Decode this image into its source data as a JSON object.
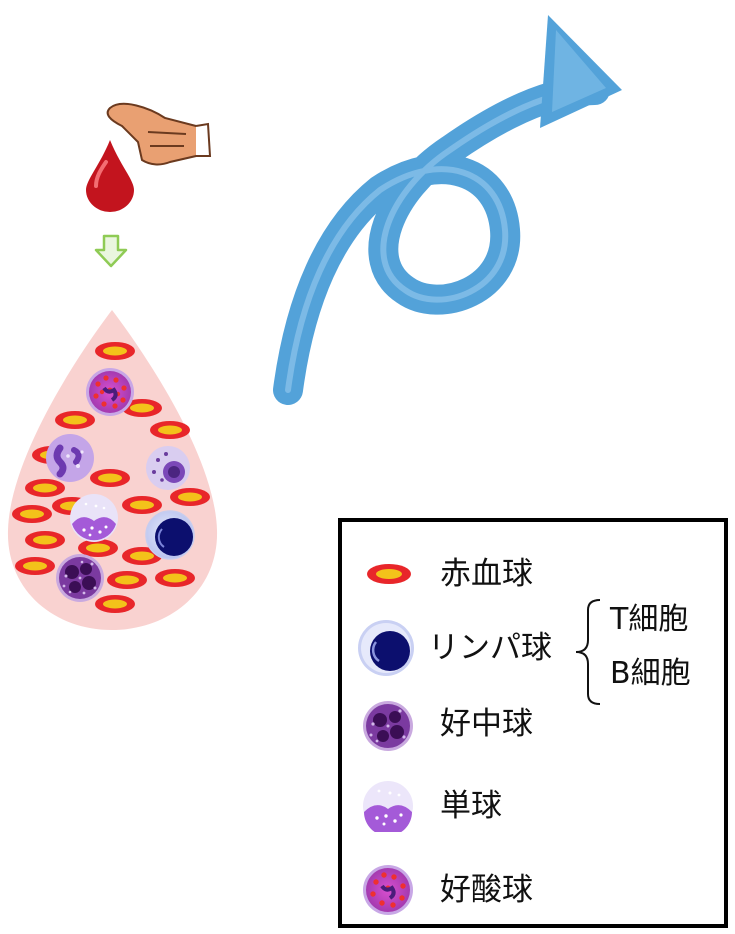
{
  "legend": {
    "items": [
      {
        "key": "rbc",
        "label": "赤血球"
      },
      {
        "key": "lymph",
        "label": "リンパ球"
      },
      {
        "key": "neutro",
        "label": "好中球"
      },
      {
        "key": "mono",
        "label": "単球"
      },
      {
        "key": "eosino",
        "label": "好酸球"
      }
    ],
    "lymph_subtypes": [
      "T細胞",
      "B細胞"
    ]
  },
  "colors": {
    "rbc_red": "#e8262a",
    "rbc_yellow": "#f3c21a",
    "lymph_blue": "#0c0f6e",
    "neutro_purple": "#5a1d7a",
    "mono_lavender": "#a45ad8",
    "eosino_red": "#e43a3a",
    "drop_pink": "#f9d2d0",
    "blood_red": "#c3141e",
    "arrow_green": "#8fcb55",
    "swirl_blue": "#4a9ed8"
  },
  "icons": [
    "pointing-hand-icon",
    "blood-drop-icon",
    "down-arrow-icon",
    "swirl-arrow-icon"
  ]
}
